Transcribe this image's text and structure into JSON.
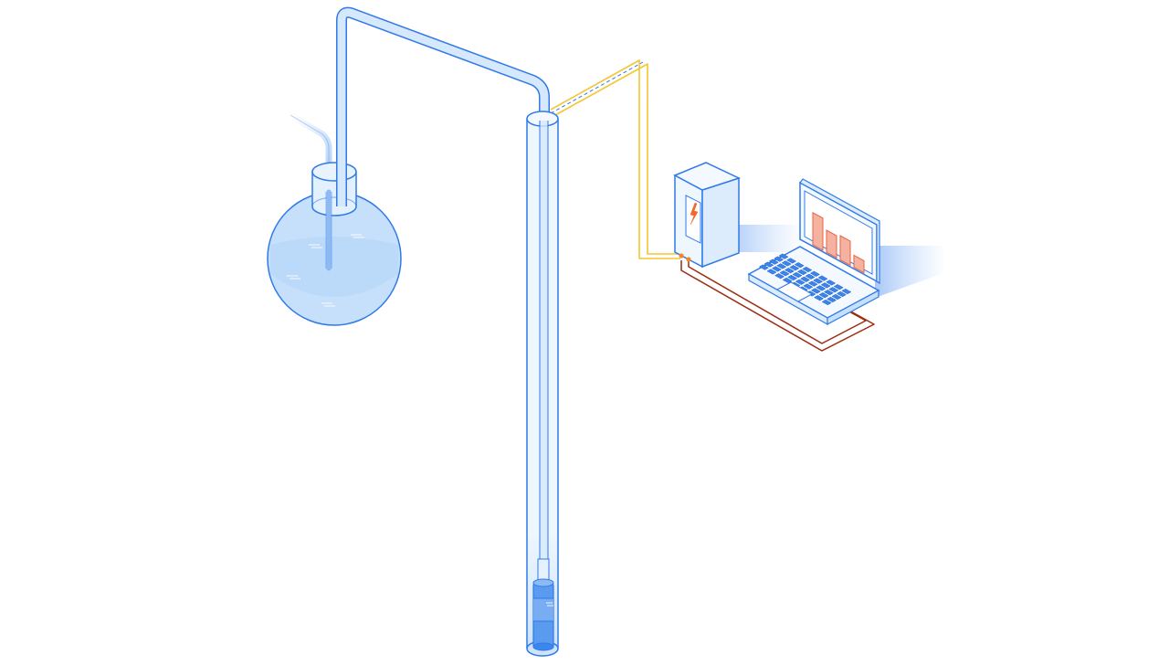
{
  "colors": {
    "background": "#ffffff",
    "outline_blue": "#2f7ae8",
    "pale_blue": "#dcecfd",
    "water_blue": "#bcdcf9",
    "tube_fill": "#d6e8fb",
    "deep_blue": "#3d86ee",
    "pump_blue": "#5a9bf0",
    "sensor_cable_yellow": "#f5c532",
    "power_cable_brown": "#9c2c14",
    "connector_orange": "#f08a28",
    "chart_bar_salmon": "#f6b2a0",
    "chart_bar_outline": "#e9623f",
    "bolt_orange": "#f26a2a",
    "keyboard_blue": "#3b84ee"
  },
  "diagram": {
    "components": [
      {
        "id": "collection-flask",
        "icon": "round-bottom-flask-icon"
      },
      {
        "id": "transfer-pipe",
        "icon": "pipe-icon"
      },
      {
        "id": "borehole-casing",
        "icon": "well-casing-icon"
      },
      {
        "id": "submersible-pump",
        "icon": "pump-icon"
      },
      {
        "id": "sensor-cable",
        "icon": "cable-icon"
      },
      {
        "id": "power-controller",
        "icon": "lightning-icon"
      },
      {
        "id": "laptop-monitor",
        "icon": "laptop-bar-chart-icon"
      }
    ],
    "laptop_chart_bar_levels": [
      0.8,
      0.55,
      0.6,
      0.3
    ]
  }
}
